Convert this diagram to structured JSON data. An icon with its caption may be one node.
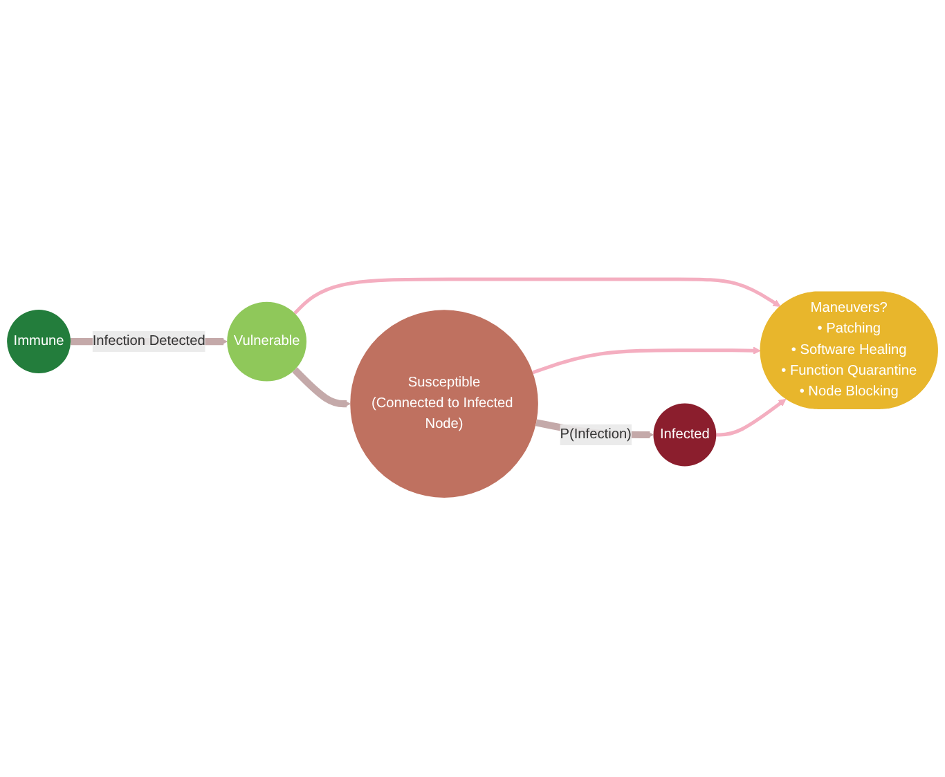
{
  "diagram": {
    "nodes": [
      {
        "text": [
          "Immune"
        ]
      },
      {
        "text": [
          "Vulnerable"
        ]
      },
      {
        "text": [
          "Susceptible",
          "(Connected to Infected Node)"
        ]
      },
      {
        "text": [
          "Infected"
        ]
      },
      {
        "text": [
          "Maneuvers?",
          "• Patching",
          "• Software Healing",
          "• Function Quarantine",
          "• Node Blocking"
        ]
      }
    ],
    "edges": [
      {
        "from": 0,
        "to": 1,
        "arrow": "to",
        "label": "Infection Detected",
        "style": "thick",
        "color": "#c4a9a9"
      },
      {
        "from": 1,
        "to": 2,
        "arrow": "to",
        "style": "thick",
        "color": "#c4a9a9"
      },
      {
        "from": 2,
        "to": 3,
        "arrow": "to",
        "label": "P(Infection)",
        "style": "thick",
        "color": "#c4a9a9"
      },
      {
        "from": 1,
        "to": 4,
        "arrow": "to",
        "color": "#f4aec0"
      },
      {
        "from": 2,
        "to": 4,
        "arrow": "to",
        "color": "#f4aec0"
      },
      {
        "from": 3,
        "to": 4,
        "arrow": "to",
        "color": "#f4aec0"
      }
    ]
  }
}
